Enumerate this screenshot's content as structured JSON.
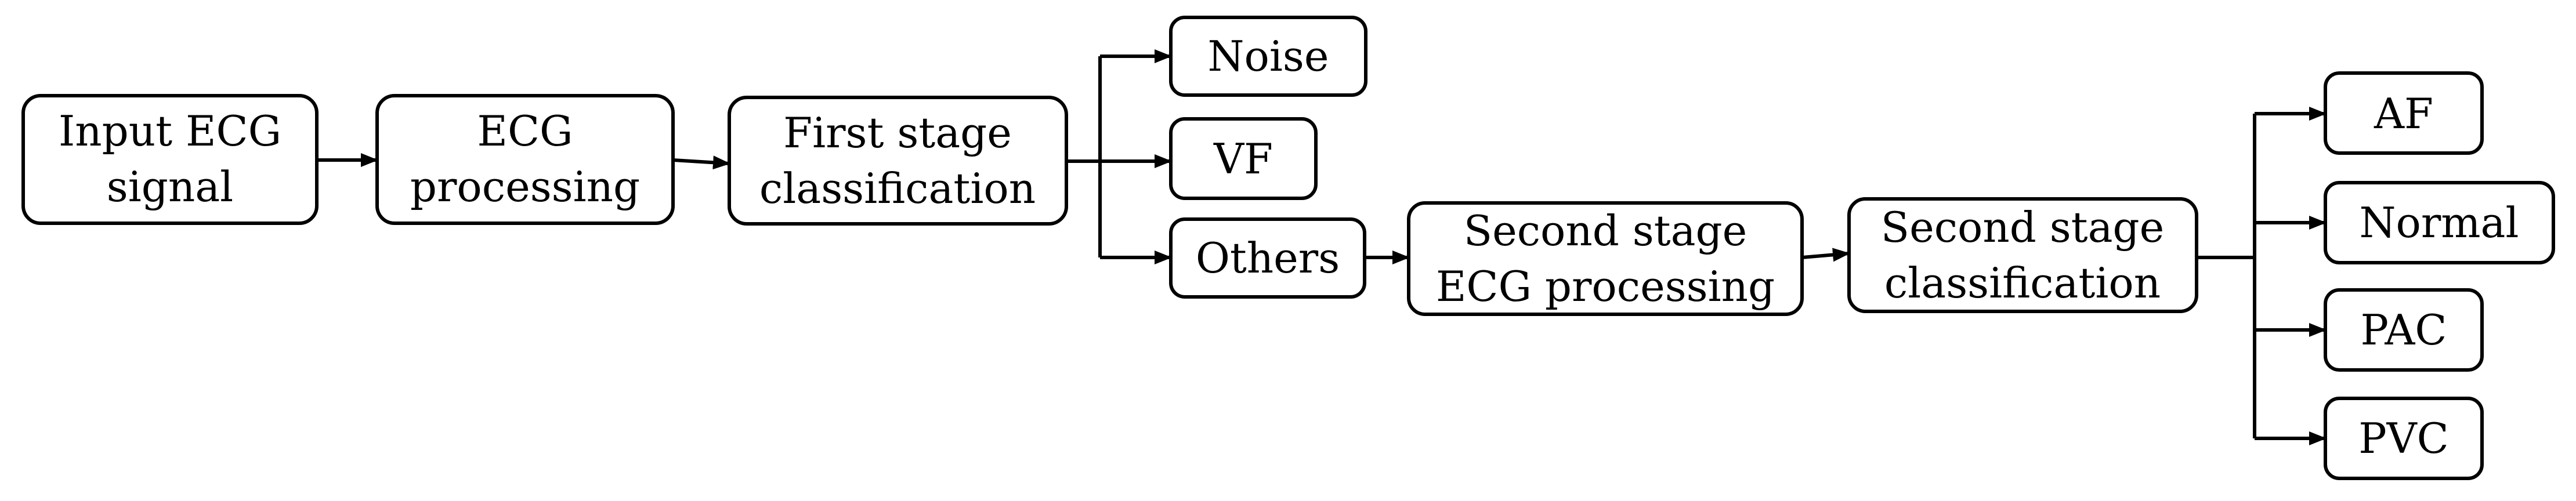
{
  "nodes": {
    "input_ecg_signal": {
      "line1": "Input ECG",
      "line2": "signal"
    },
    "ecg_processing": {
      "line1": "ECG",
      "line2": "processing"
    },
    "first_stage_classification": {
      "line1": "First stage",
      "line2": "classification"
    },
    "noise": {
      "label": "Noise"
    },
    "vf": {
      "label": "VF"
    },
    "others": {
      "label": "Others"
    },
    "second_stage_ecg_processing": {
      "line1": "Second stage",
      "line2": "ECG processing"
    },
    "second_stage_classification": {
      "line1": "Second stage",
      "line2": "classification"
    },
    "af": {
      "label": "AF"
    },
    "normal": {
      "label": "Normal"
    },
    "pac": {
      "label": "PAC"
    },
    "pvc": {
      "label": "PVC"
    }
  },
  "edges": [
    {
      "from": "input_ecg_signal",
      "to": "ecg_processing"
    },
    {
      "from": "ecg_processing",
      "to": "first_stage_classification"
    },
    {
      "from": "first_stage_classification",
      "to": "noise"
    },
    {
      "from": "first_stage_classification",
      "to": "vf"
    },
    {
      "from": "first_stage_classification",
      "to": "others"
    },
    {
      "from": "others",
      "to": "second_stage_ecg_processing"
    },
    {
      "from": "second_stage_ecg_processing",
      "to": "second_stage_classification"
    },
    {
      "from": "second_stage_classification",
      "to": "af"
    },
    {
      "from": "second_stage_classification",
      "to": "normal"
    },
    {
      "from": "second_stage_classification",
      "to": "pac"
    },
    {
      "from": "second_stage_classification",
      "to": "pvc"
    }
  ]
}
